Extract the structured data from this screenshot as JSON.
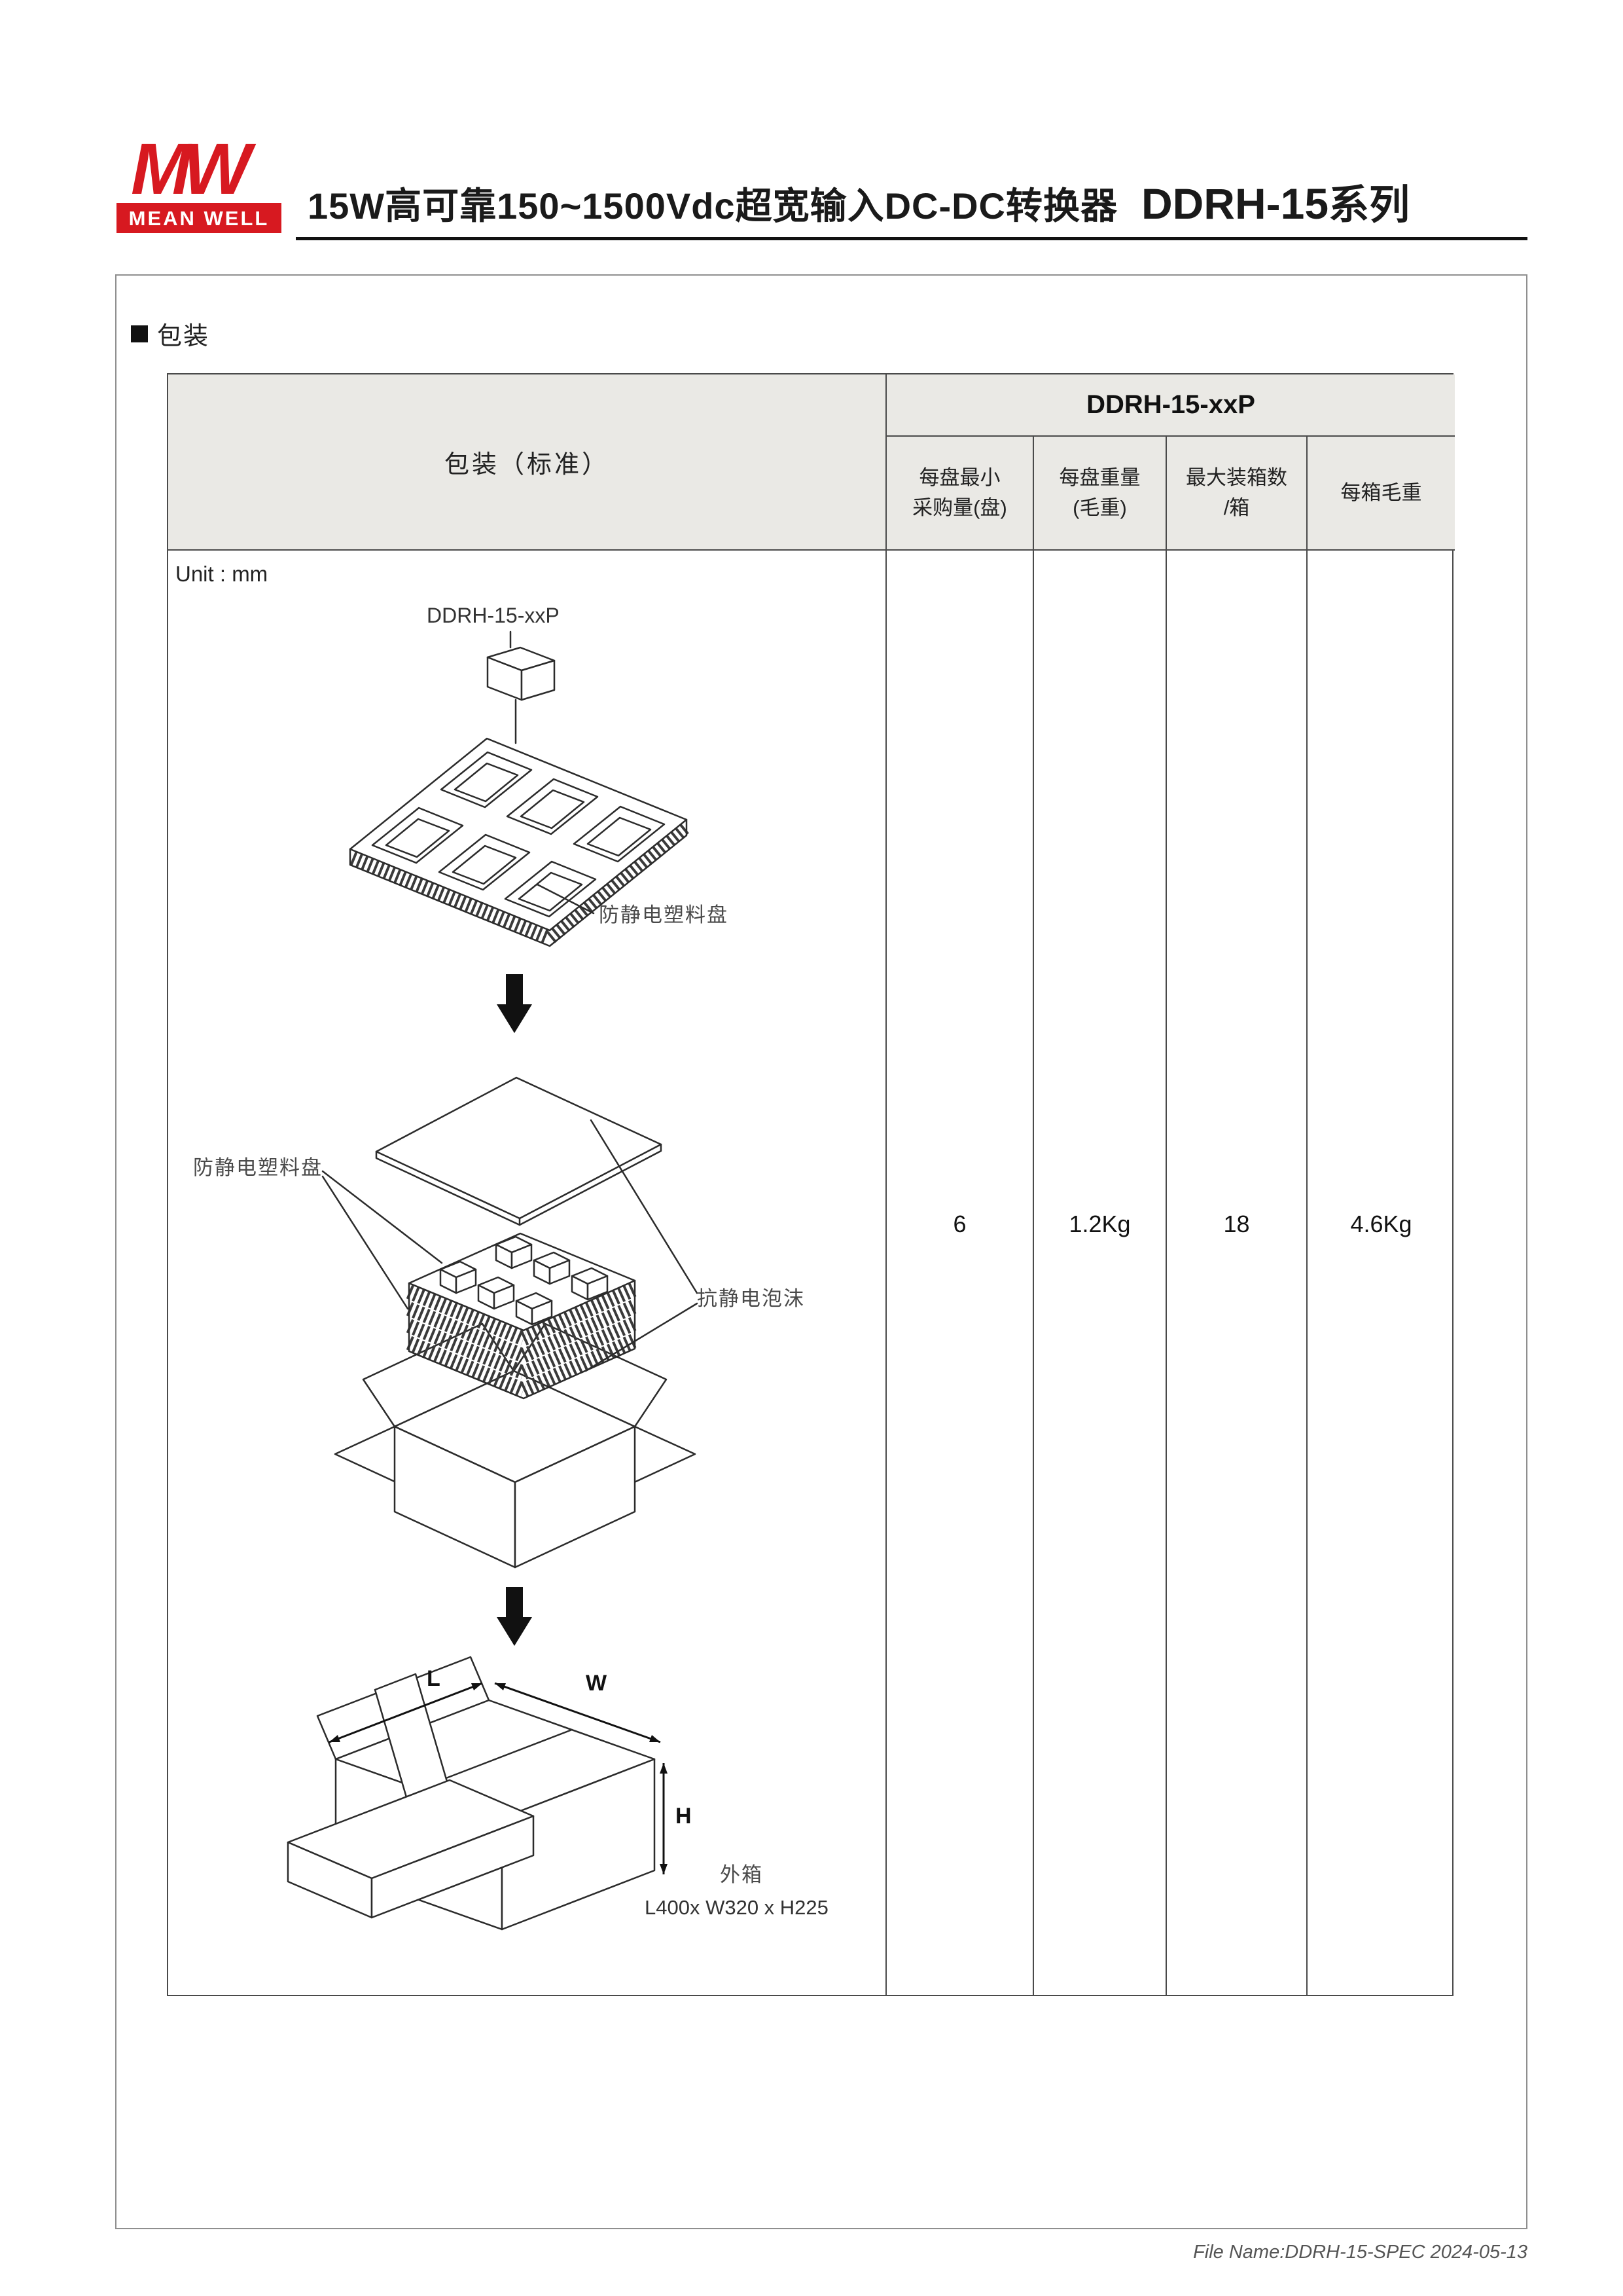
{
  "page": {
    "header": {
      "logo_mw": "MW",
      "logo_brand": "MEAN WELL",
      "title_main": "15W高可靠150~1500Vdc超宽输入DC-DC转换器",
      "title_series": "DDRH-15",
      "title_suffix": "系列"
    },
    "section_title": "包装",
    "table": {
      "left_header": "包装（标准）",
      "group_header": "DDRH-15-xxP",
      "columns": [
        {
          "line1": "每盘最小",
          "line2": "采购量(盘)"
        },
        {
          "line1": "每盘重量",
          "line2": "(毛重)"
        },
        {
          "line1": "最大装箱数",
          "line2": "/箱"
        },
        {
          "line1": "每箱毛重",
          "line2": ""
        }
      ],
      "values": [
        "6",
        "1.2Kg",
        "18",
        "4.6Kg"
      ]
    },
    "diagram": {
      "unit": "Unit : mm",
      "module_label": "DDRH-15-xxP",
      "tray_label_right": "防静电塑料盘",
      "tray_label_left": "防静电塑料盘",
      "foam_label": "抗静电泡沫",
      "dim_w": "W",
      "dim_l": "L",
      "dim_h": "H",
      "outer_box_label": "外箱",
      "outer_box_size": "L400x W320 x H225"
    },
    "footer": "File Name:DDRH-15-SPEC  2024-05-13"
  },
  "colors": {
    "brand_red": "#d71920",
    "header_bg": "#eae9e5",
    "line": "#2b2b2b"
  }
}
